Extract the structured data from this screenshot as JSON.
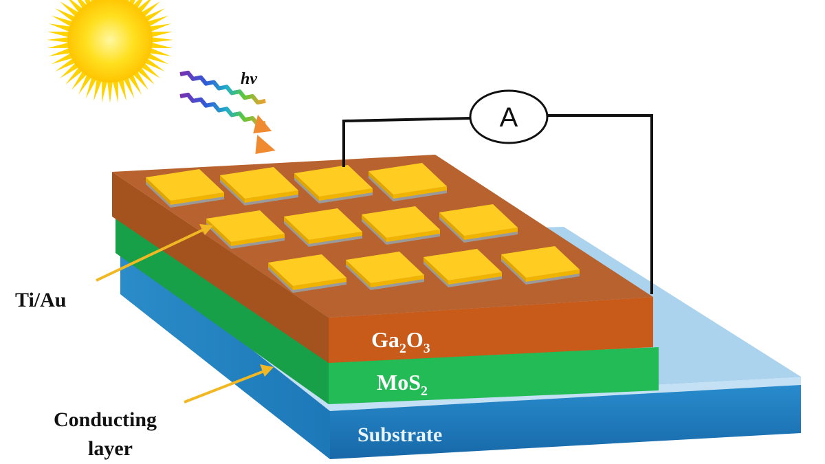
{
  "labels": {
    "hv": "hv",
    "ammeter": "A",
    "ti_au": "Ti/Au",
    "ga2o3_base": "Ga",
    "ga2o3_sub1": "2",
    "ga2o3_mid": "O",
    "ga2o3_sub2": "3",
    "mos2_base": "MoS",
    "mos2_sub": "2",
    "substrate": "Substrate",
    "conducting_line1": "Conducting",
    "conducting_line2": "layer"
  },
  "icons": {
    "sun": "sun-icon",
    "photons": "photon-wave-icon",
    "ammeter": "ammeter-icon"
  },
  "colors": {
    "sun": "#ffd400",
    "ga2o3": "#c3561d",
    "ga2o3_top": "#b8632f",
    "mos2": "#1db552",
    "conducting_layer": "#aad2ef",
    "substrate": "#1d80c2",
    "electrode": "#ffcc22",
    "arrow": "#f2b824"
  }
}
